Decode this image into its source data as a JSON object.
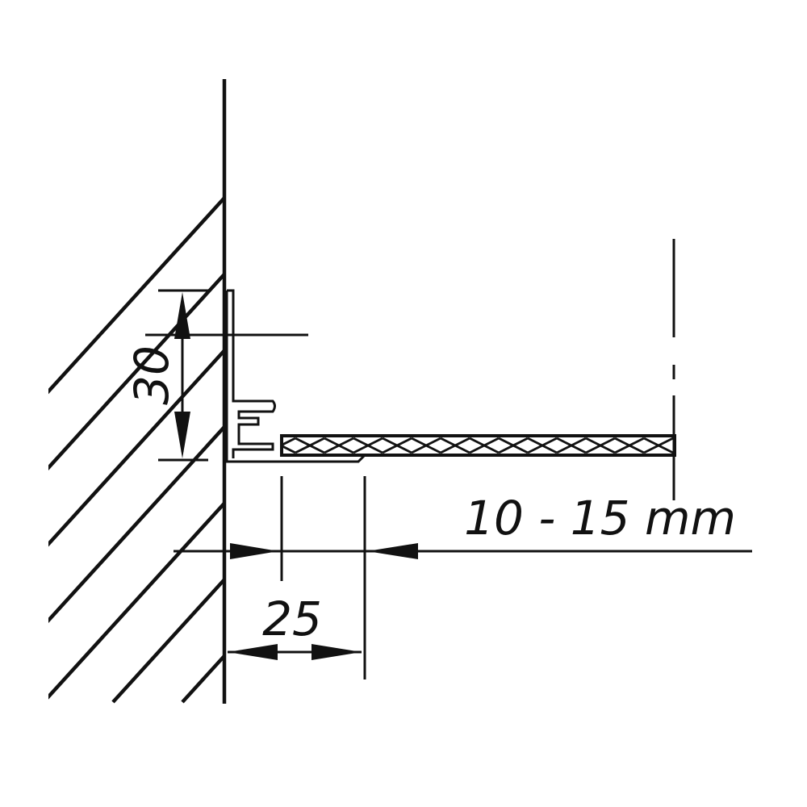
{
  "diagram": {
    "labels": {
      "height_dim": "30",
      "width_dim": "25",
      "gap_dim": "10 - 15 mm"
    },
    "colors": {
      "ink": "#111111",
      "background": "#ffffff"
    }
  }
}
